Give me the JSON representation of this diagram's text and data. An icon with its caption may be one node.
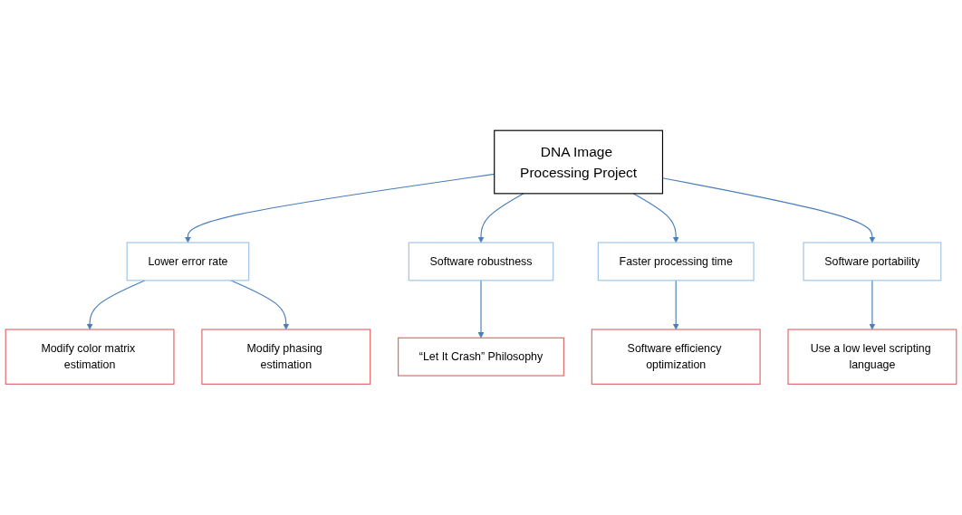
{
  "diagram": {
    "nodes": [
      {
        "text": [
          "DNA Image Processing Project"
        ]
      },
      {
        "text": [
          "Lower error rate"
        ]
      },
      {
        "text": [
          "Software robustness"
        ]
      },
      {
        "text": [
          "Faster processing time"
        ]
      },
      {
        "text": [
          "Software portability"
        ]
      },
      {
        "text": [
          "Modify color matrix estimation"
        ]
      },
      {
        "text": [
          "Modify phasing estimation"
        ]
      },
      {
        "text": [
          "“Let It Crash” Philosophy"
        ]
      },
      {
        "text": [
          "Software efficiency optimization"
        ]
      },
      {
        "text": [
          "Use a low level scripting language"
        ]
      }
    ],
    "edges": [
      {
        "from": 0,
        "to": 1,
        "arrow": "to"
      },
      {
        "from": 0,
        "to": 2,
        "arrow": "to"
      },
      {
        "from": 0,
        "to": 3,
        "arrow": "to"
      },
      {
        "from": 0,
        "to": 4,
        "arrow": "to"
      },
      {
        "from": 1,
        "to": 5,
        "arrow": "to"
      },
      {
        "from": 1,
        "to": 6,
        "arrow": "to"
      },
      {
        "from": 2,
        "to": 7,
        "arrow": "to"
      },
      {
        "from": 3,
        "to": 8,
        "arrow": "to"
      },
      {
        "from": 4,
        "to": 9,
        "arrow": "to"
      }
    ]
  }
}
